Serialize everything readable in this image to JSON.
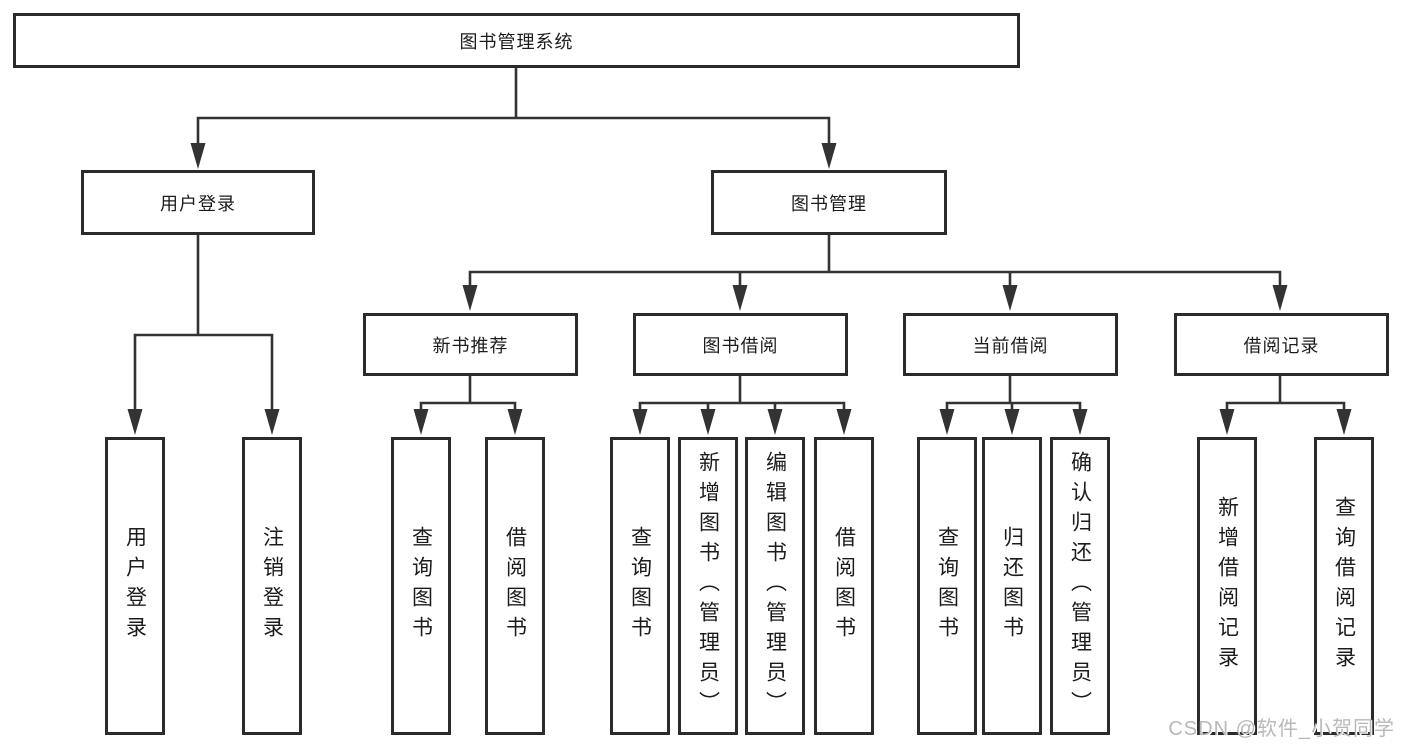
{
  "page": {
    "watermark": "CSDN @软件_小贺同学"
  },
  "colors": {
    "line": "#333333",
    "box_border": "#2b2b2b",
    "text": "#1c1c1c",
    "background": "#ffffff",
    "watermark": "#b8b8b8"
  },
  "tree": {
    "root": {
      "label": "图书管理系统"
    },
    "branches": [
      {
        "label": "用户登录",
        "children": [
          {
            "label": "用户登录"
          },
          {
            "label": "注销登录"
          }
        ]
      },
      {
        "label": "图书管理",
        "children": [
          {
            "label": "新书推荐",
            "children": [
              {
                "label": "查询图书"
              },
              {
                "label": "借阅图书"
              }
            ]
          },
          {
            "label": "图书借阅",
            "children": [
              {
                "label": "查询图书"
              },
              {
                "label": "新增图书（管理员）"
              },
              {
                "label": "编辑图书（管理员）"
              },
              {
                "label": "借阅图书"
              }
            ]
          },
          {
            "label": "当前借阅",
            "children": [
              {
                "label": "查询图书"
              },
              {
                "label": "归还图书"
              },
              {
                "label": "确认归还（管理员）"
              }
            ]
          },
          {
            "label": "借阅记录",
            "children": [
              {
                "label": "新增借阅记录"
              },
              {
                "label": "查询借阅记录"
              }
            ]
          }
        ]
      }
    ]
  }
}
